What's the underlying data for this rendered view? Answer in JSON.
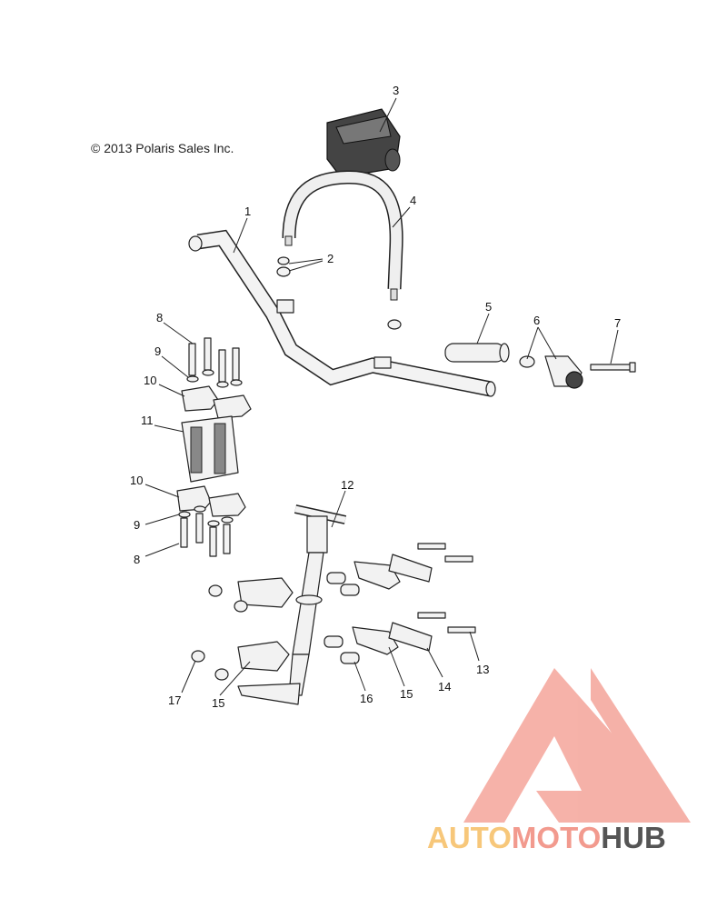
{
  "copyright": "© 2013 Polaris Sales Inc.",
  "callouts": [
    "1",
    "2",
    "3",
    "4",
    "5",
    "6",
    "7",
    "8",
    "9",
    "10",
    "11",
    "10",
    "9",
    "8",
    "12",
    "13",
    "14",
    "15",
    "15",
    "16",
    "17"
  ],
  "logo": {
    "part1": "AUTO",
    "part2": "MOTO",
    "part3": "HUB",
    "colors": {
      "auto": "#f7c77a",
      "moto": "#f29a8e",
      "hub": "#555555",
      "triangle": "#f4a49a"
    }
  }
}
